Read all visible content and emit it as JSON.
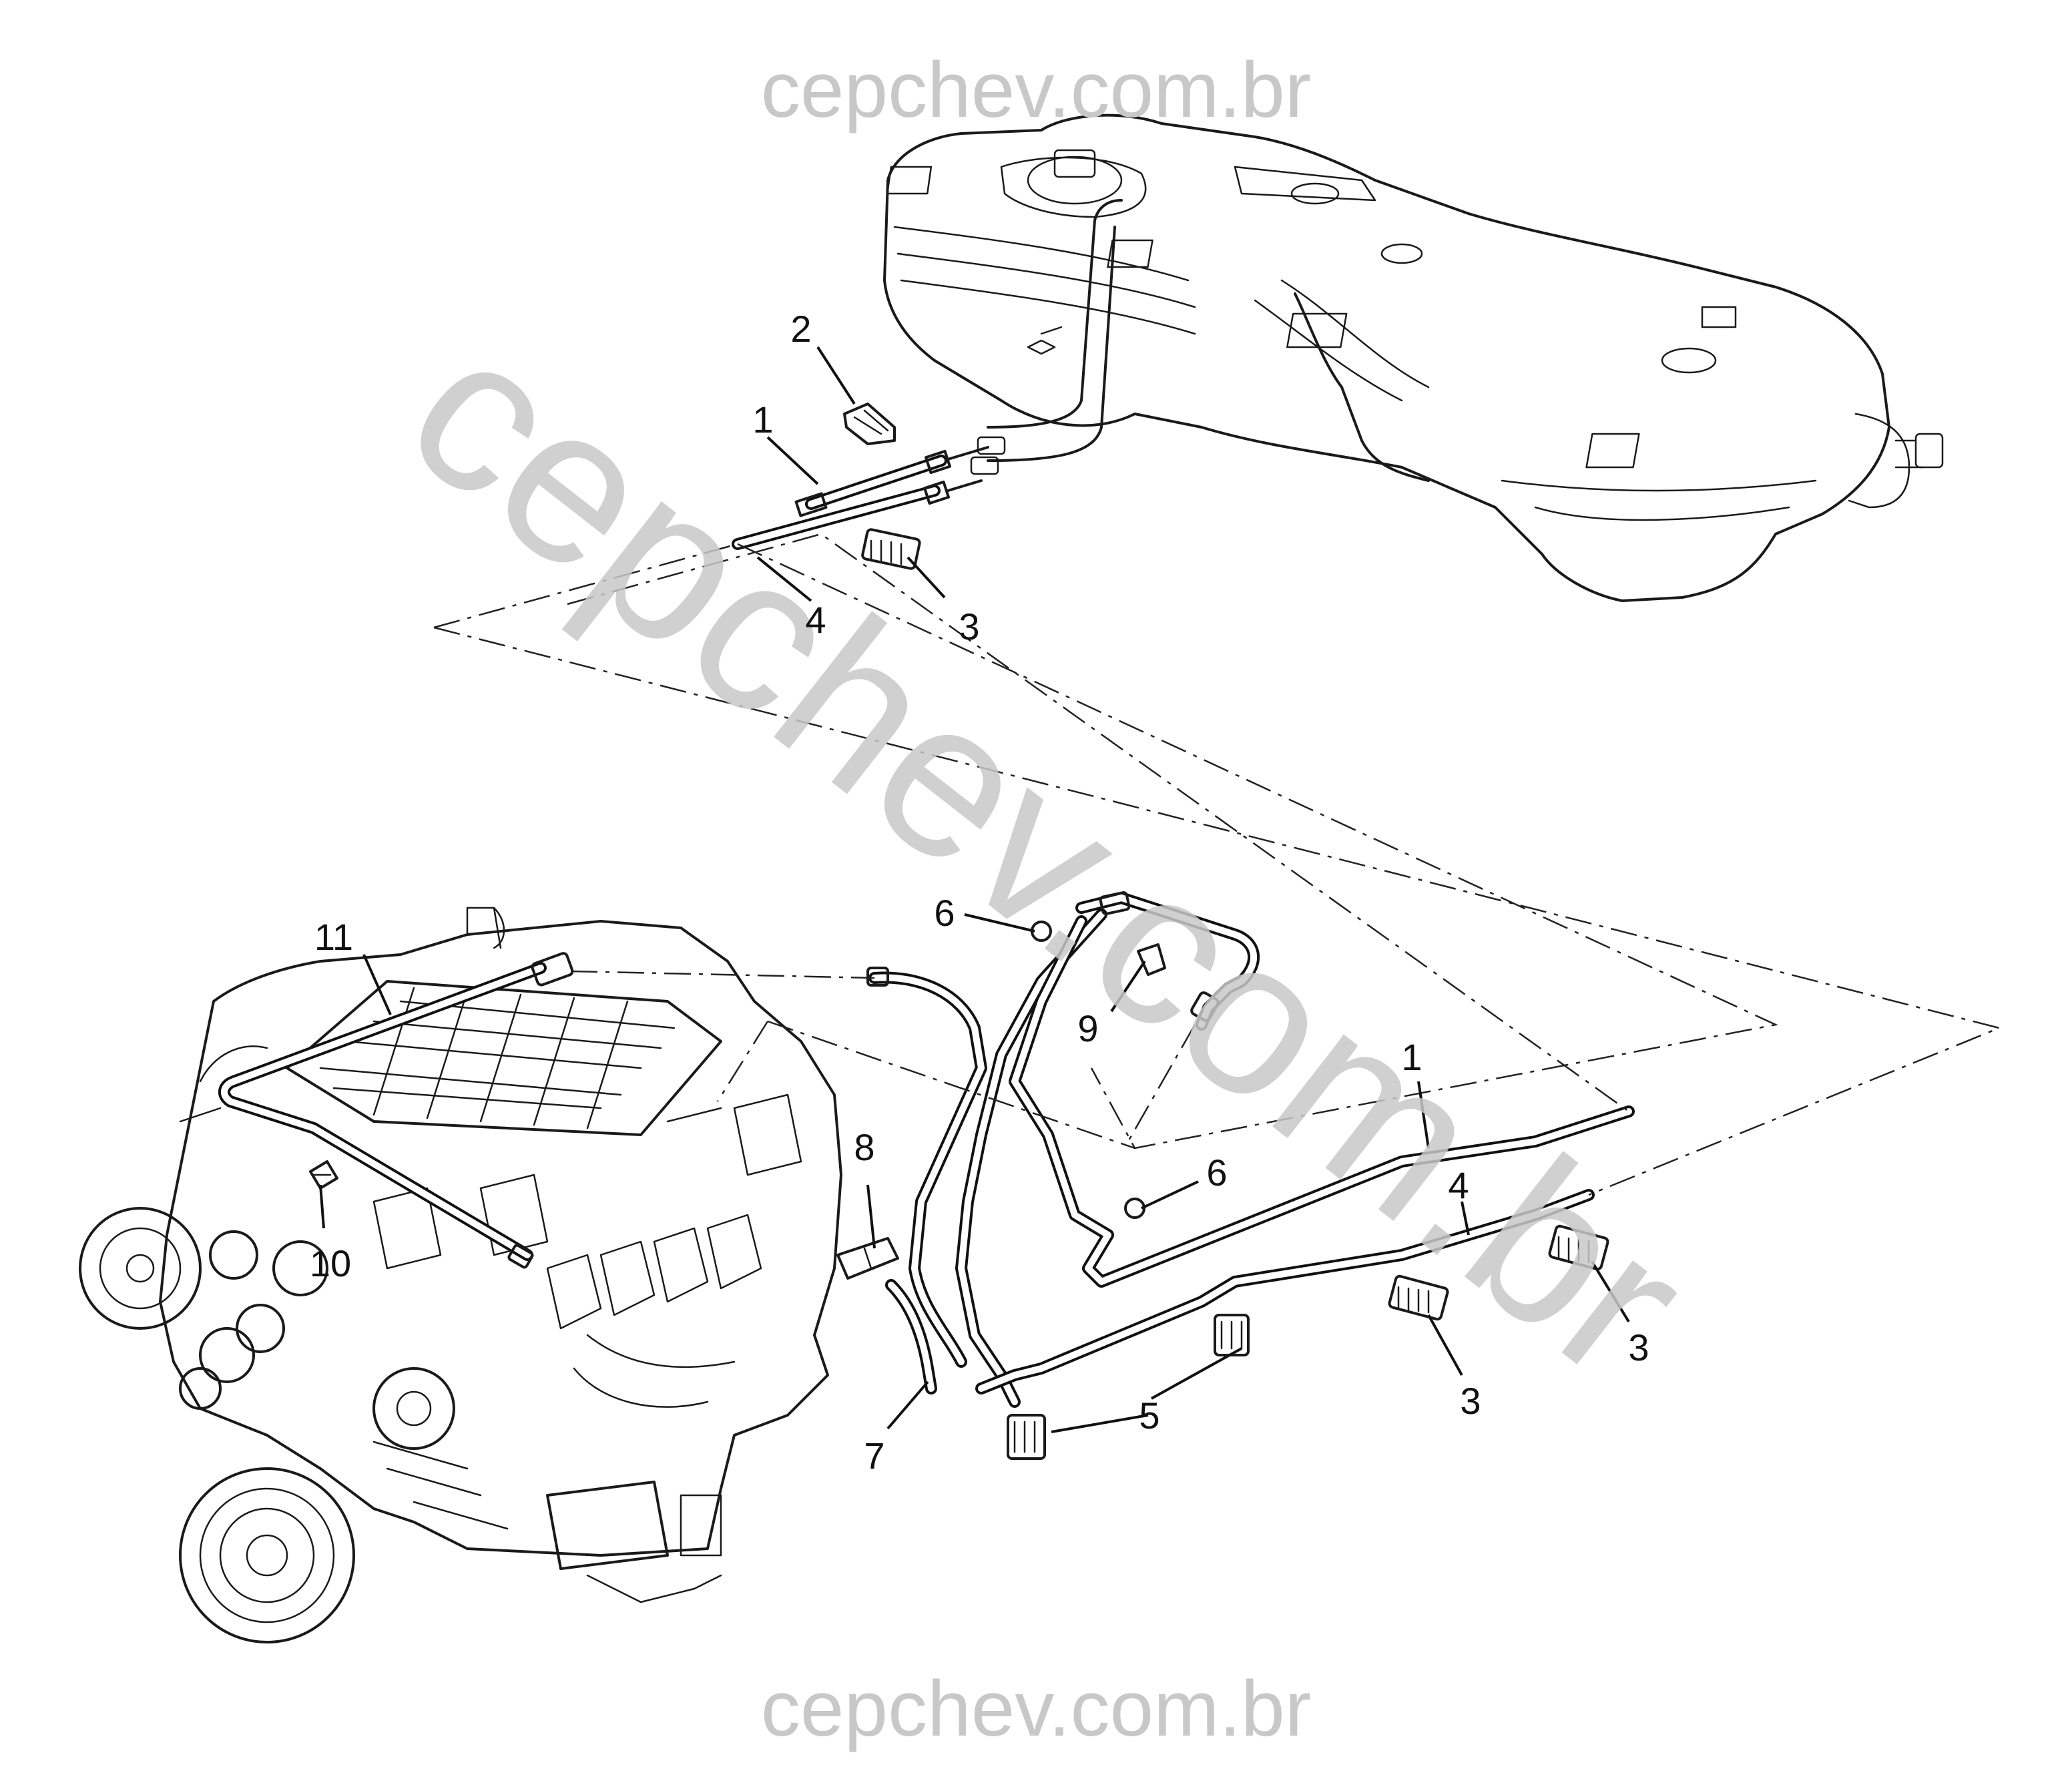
{
  "watermarks": {
    "top": "cepchev.com.br",
    "diagonal": "cepchev.com.br",
    "bottom": "cepchev.com.br",
    "color": "#c8c8c8"
  },
  "callouts": {
    "c1_top": "1",
    "c2": "2",
    "c3_top": "3",
    "c4_top": "4",
    "c6_a": "6",
    "c11": "11",
    "c9": "9",
    "c1_lower": "1",
    "c8": "8",
    "c6_b": "6",
    "c4_lower": "4",
    "c10": "10",
    "c3_mid": "3",
    "c3_right": "3",
    "c5": "5",
    "c7": "7"
  }
}
